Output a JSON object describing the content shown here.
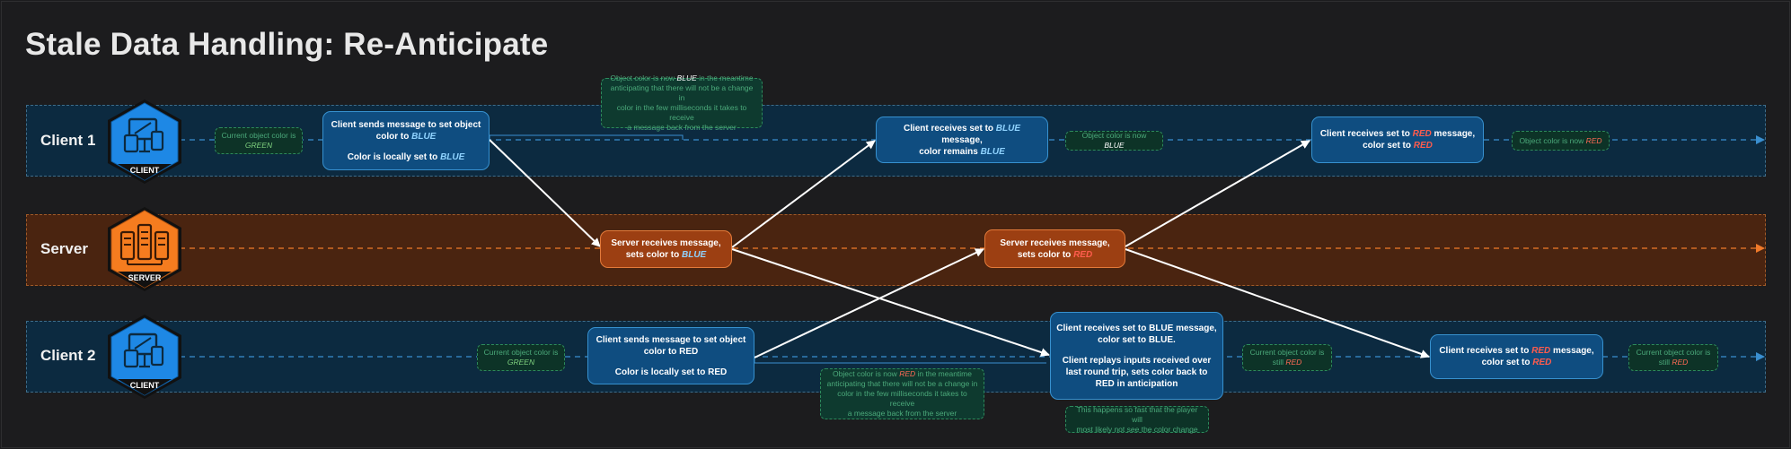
{
  "title": "Stale Data Handling: Re-Anticipate",
  "lanes": {
    "client1": "Client 1",
    "server": "Server",
    "client2": "Client 2"
  },
  "badges": {
    "client": "CLIENT",
    "server": "SERVER"
  },
  "client1": {
    "note_initial_pre": "Current object color is",
    "note_initial_color": "GREEN",
    "send_line1": "Client sends message to set object",
    "send_line2_pre": "color to ",
    "send_line2_color": "BLUE",
    "send_line3_pre": "Color is locally set to ",
    "send_line3_color": "BLUE",
    "bubble_l1_pre": "Object color is now ",
    "bubble_l1_color": "BLUE",
    "bubble_l1_post": " in the meantime",
    "bubble_l2": "anticipating that there will not be a change in",
    "bubble_l3": "color in the few milliseconds it takes to receive",
    "bubble_l4": "a message back from the server",
    "recv_blue_l1_pre": "Client receives set to ",
    "recv_blue_l1_color": "BLUE",
    "recv_blue_l1_post": " message,",
    "recv_blue_l2_pre": "color remains ",
    "recv_blue_l2_color": "BLUE",
    "note_now_pre": "Object color is now ",
    "note_now_color": "BLUE",
    "recv_red_l1_pre": "Client receives set to ",
    "recv_red_l1_color": "RED",
    "recv_red_l1_post": " message,",
    "recv_red_l2_pre": "color set to ",
    "recv_red_l2_color": "RED",
    "note_final_pre": "Object color is now ",
    "note_final_color": "RED"
  },
  "server": {
    "blue_l1": "Server receives message,",
    "blue_l2_pre": "sets color to ",
    "blue_l2_color": "BLUE",
    "red_l1": "Server receives message,",
    "red_l2_pre": "sets color to ",
    "red_l2_color": "RED"
  },
  "client2": {
    "note_initial_pre": "Current object color is",
    "note_initial_color": "GREEN",
    "send_line1": "Client sends message to set object",
    "send_line2": "color to RED",
    "send_line3": "Color is locally set to RED",
    "bubble_l1_pre": "Object color is now ",
    "bubble_l1_color": "RED",
    "bubble_l1_post": " in the meantime",
    "bubble_l2": "anticipating that there will not be a change in",
    "bubble_l3": "color in the few milliseconds it takes to receive",
    "bubble_l4": "a message back from the server",
    "recv_blue_l1": "Client receives set to BLUE message,",
    "recv_blue_l2": "color set to BLUE.",
    "recv_blue_l3": "Client replays inputs received over",
    "recv_blue_l4": "last round trip, sets color back to",
    "recv_blue_l5": "RED in anticipation",
    "footnote_l1": "This happens so fast that the player will",
    "footnote_l2": "most likely not see the color change",
    "note_still_pre": "Current object color is",
    "note_still_mid": "still ",
    "note_still_color": "RED",
    "recv_red_l1_pre": "Client receives set to ",
    "recv_red_l1_color": "RED",
    "recv_red_l1_post": " message,",
    "recv_red_l2_pre": "color set to ",
    "recv_red_l2_color": "RED",
    "note_final_pre": "Current object color is",
    "note_final_mid": "still ",
    "note_final_color": "RED"
  },
  "colors": {
    "client_blue": "#1e88e5",
    "server_orange": "#f57c1f",
    "accent_blue_text": "#8fd3ff",
    "accent_red_text": "#ff5c4d",
    "note_green": "#4ba97a"
  },
  "icons": {
    "client": "client-devices-icon",
    "server": "server-racks-icon"
  }
}
